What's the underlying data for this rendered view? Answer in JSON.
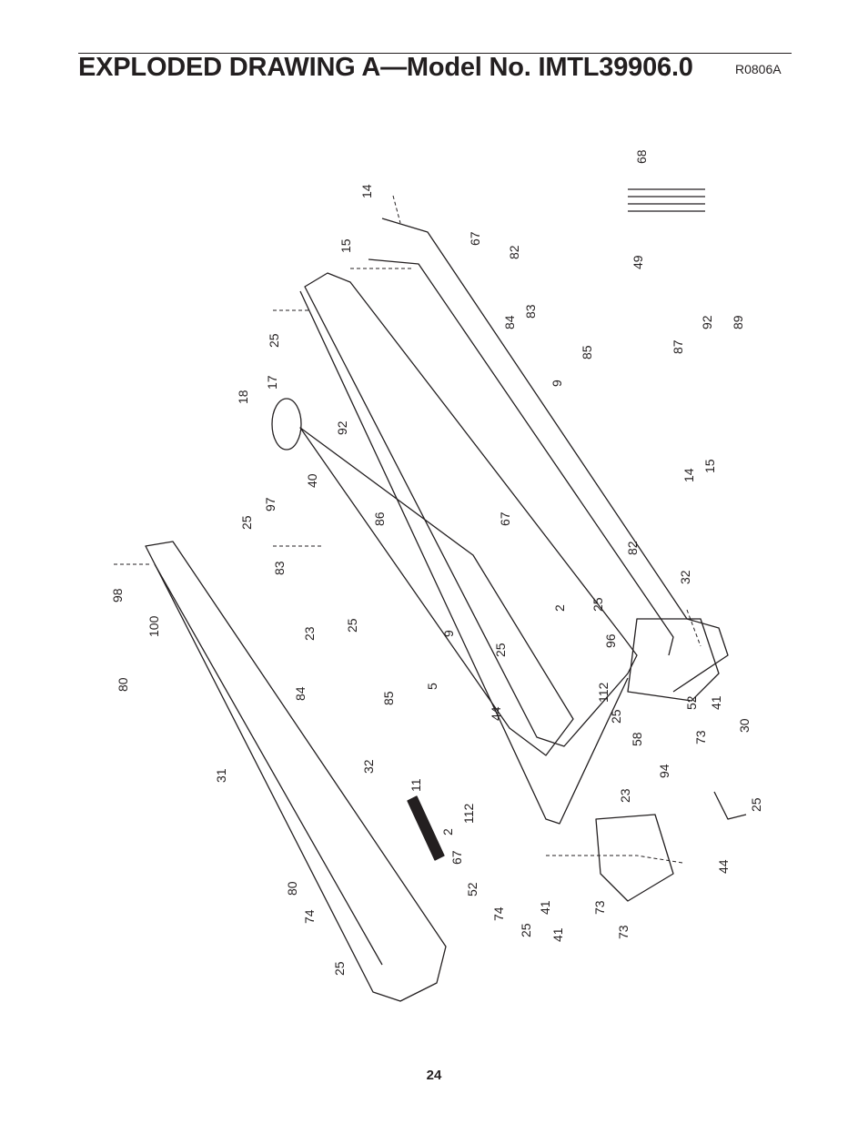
{
  "header": {
    "title": "EXPLODED DRAWING A—Model No. IMTL39906.0",
    "drawing_code": "R0806A"
  },
  "footer": {
    "page_number": "24"
  },
  "part_labels": [
    "68",
    "14",
    "15",
    "67",
    "82",
    "49",
    "25",
    "83",
    "84",
    "85",
    "92",
    "89",
    "87",
    "18",
    "17",
    "9",
    "92",
    "40",
    "14",
    "15",
    "25",
    "97",
    "86",
    "67",
    "82",
    "83",
    "32",
    "23",
    "25",
    "98",
    "2",
    "25",
    "9",
    "25",
    "96",
    "100",
    "80",
    "5",
    "84",
    "85",
    "44",
    "112",
    "52",
    "41",
    "25",
    "30",
    "58",
    "73",
    "31",
    "32",
    "11",
    "94",
    "23",
    "112",
    "2",
    "25",
    "67",
    "44",
    "52",
    "80",
    "74",
    "41",
    "73",
    "25"
  ]
}
